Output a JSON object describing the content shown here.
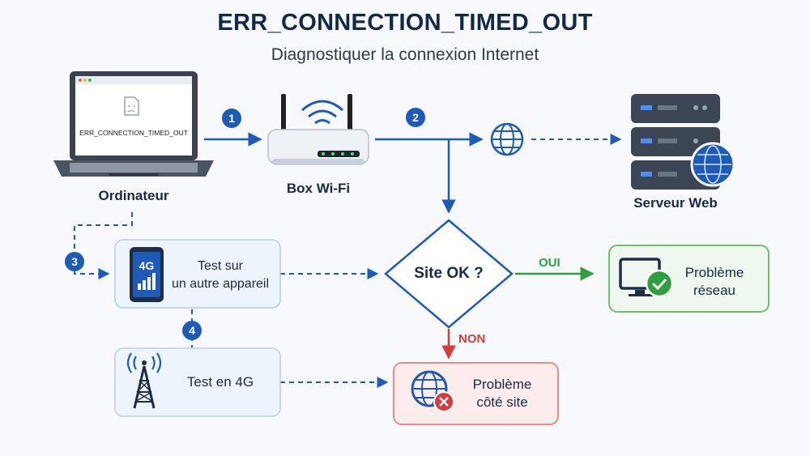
{
  "header": {
    "title": "ERR_CONNECTION_TIMED_OUT",
    "subtitle": "Diagnostiquer la connexion Internet"
  },
  "nodes": {
    "computer": {
      "label": "Ordinateur",
      "screen_text": "ERR_CONNECTION_TIMED_OUT"
    },
    "router": {
      "label": "Box Wi-Fi"
    },
    "server": {
      "label": "Serveur Web"
    },
    "other_device": {
      "line1": "Test sur",
      "line2": "un autre appareil",
      "badge": "4G"
    },
    "test_4g": {
      "label": "Test en 4G"
    },
    "decision": {
      "label": "Site OK ?"
    },
    "network_problem": {
      "line1": "Problème",
      "line2": "réseau"
    },
    "site_problem": {
      "line1": "Problème",
      "line2": "côté site"
    }
  },
  "steps": [
    "1",
    "2",
    "3",
    "4"
  ],
  "edges": {
    "yes": "OUI",
    "no": "NON"
  },
  "colors": {
    "primary": "#1e5bb8",
    "title": "#13294b",
    "success": "#2e9e3e",
    "danger": "#d93a3a",
    "node_border": "#b9cce6",
    "success_border": "#6cc06f",
    "danger_border": "#e68a8a"
  }
}
